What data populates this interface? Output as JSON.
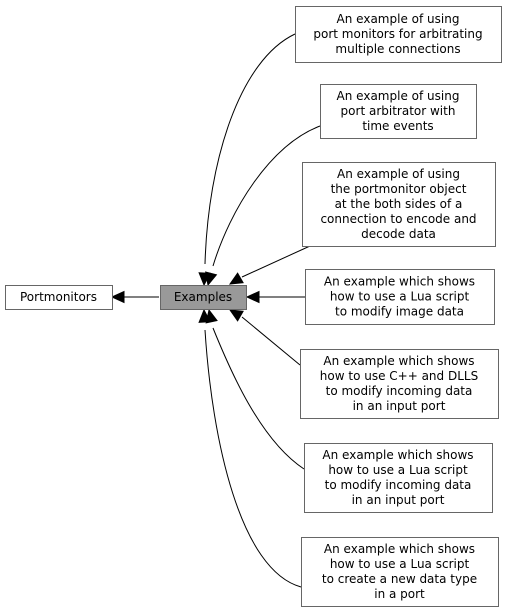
{
  "diagram": {
    "type": "collaboration-graph",
    "colors": {
      "current_fill": "#999999",
      "node_fill": "#ffffff",
      "node_border": "#666666",
      "edge": "#000000"
    },
    "nodes": [
      {
        "id": "portmonitors",
        "lines": [
          "Portmonitors"
        ]
      },
      {
        "id": "examples",
        "lines": [
          "Examples"
        ],
        "current": true
      },
      {
        "id": "ex1",
        "lines": [
          "An example of using",
          "port monitors for arbitrating",
          "multiple connections"
        ]
      },
      {
        "id": "ex2",
        "lines": [
          "An example of using",
          "port arbitrator with",
          "time events"
        ]
      },
      {
        "id": "ex3",
        "lines": [
          "An example of using",
          "the portmonitor object",
          "at the both sides of a",
          "connection to encode and",
          "decode data"
        ]
      },
      {
        "id": "ex4",
        "lines": [
          "An example which shows",
          "how to use a Lua script",
          "to modify image data"
        ]
      },
      {
        "id": "ex5",
        "lines": [
          "An example which shows",
          "how to use C++ and DLLS",
          "to modify incoming data",
          "in an input port"
        ]
      },
      {
        "id": "ex6",
        "lines": [
          "An example which shows",
          "how to use a Lua script",
          "to modify incoming data",
          "in an input port"
        ]
      },
      {
        "id": "ex7",
        "lines": [
          "An example which shows",
          "how to use a Lua script",
          "to create a new data type",
          "in a port"
        ]
      }
    ],
    "edges": [
      {
        "from": "examples",
        "to": "portmonitors"
      },
      {
        "from": "ex1",
        "to": "examples"
      },
      {
        "from": "ex2",
        "to": "examples"
      },
      {
        "from": "ex3",
        "to": "examples"
      },
      {
        "from": "ex4",
        "to": "examples"
      },
      {
        "from": "ex5",
        "to": "examples"
      },
      {
        "from": "ex6",
        "to": "examples"
      },
      {
        "from": "ex7",
        "to": "examples"
      }
    ]
  }
}
